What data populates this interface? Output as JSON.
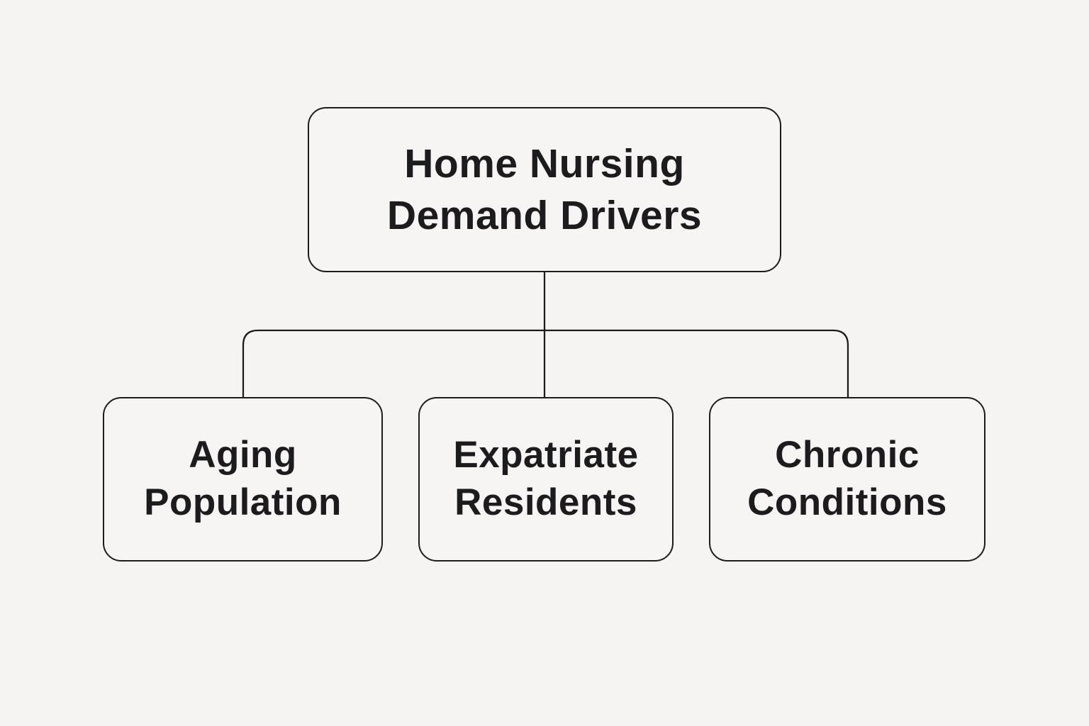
{
  "colors": {
    "background": "#f5f4f2",
    "node_fill": "#f6f5f3",
    "stroke": "#1c1c1e"
  },
  "diagram": {
    "root": {
      "label": "Home Nursing Demand Drivers",
      "lines": [
        "Home Nursing",
        "Demand Drivers"
      ]
    },
    "children": [
      {
        "label": "Aging Population",
        "lines": [
          "Aging",
          "Population"
        ]
      },
      {
        "label": "Expatriate Residents",
        "lines": [
          "Expatriate",
          "Residents"
        ]
      },
      {
        "label": "Chronic Conditions",
        "lines": [
          "Chronic",
          "Conditions"
        ]
      }
    ]
  }
}
